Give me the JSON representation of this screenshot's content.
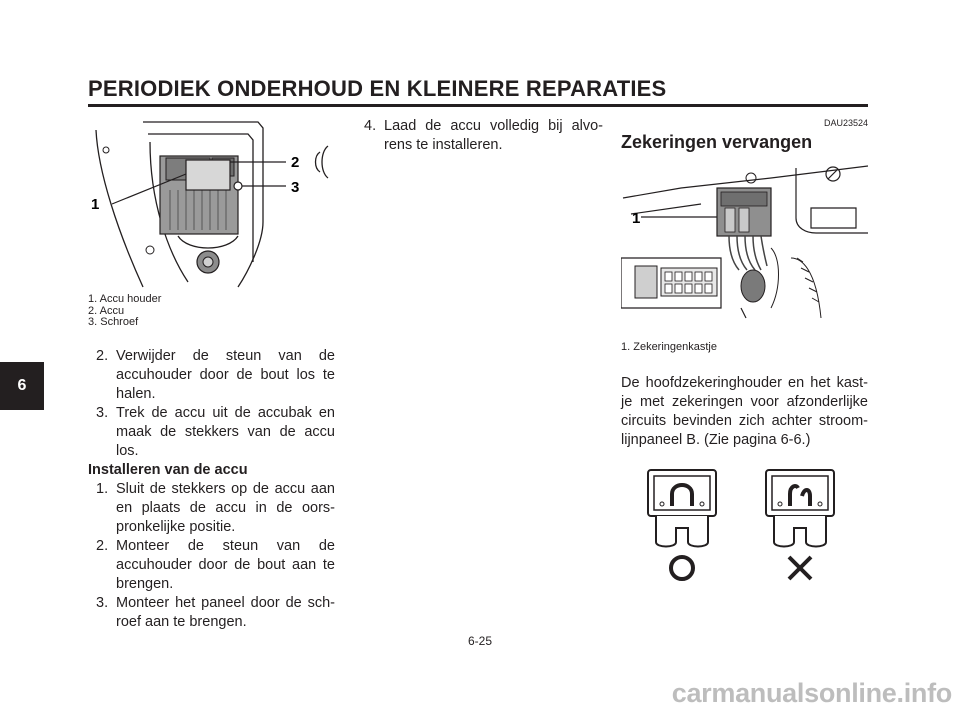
{
  "header": {
    "title": "PERIODIEK ONDERHOUD EN KLEINERE REPARATIES"
  },
  "chapter_tab": "6",
  "left_figure": {
    "callouts": [
      "1",
      "2",
      "3"
    ],
    "captions": [
      "1. Accu houder",
      "2. Accu",
      "3. Schroef"
    ]
  },
  "removal_steps": [
    {
      "num": "2.",
      "text": "Verwijder de steun van de accuhouder door de bout los te halen."
    },
    {
      "num": "3.",
      "text": "Trek de accu uit de accubak en maak de stekkers van de accu los."
    }
  ],
  "install_heading": "Installeren van de accu",
  "install_steps": [
    {
      "num": "1.",
      "text": "Sluit de stekkers op de accu aan en plaats de accu in de oors-pronkelijke positie."
    },
    {
      "num": "2.",
      "text": "Monteer de steun van de accuhouder door de bout aan te brengen."
    },
    {
      "num": "3.",
      "text": "Monteer het paneel door de sch-roef aan te brengen."
    }
  ],
  "middle_step": {
    "num": "4.",
    "text": "Laad de accu volledig bij alvo-rens te installeren."
  },
  "section": {
    "code": "DAU23524",
    "title": "Zekeringen vervangen"
  },
  "right_figure": {
    "callouts": [
      "1"
    ],
    "captions": [
      "1. Zekeringenkastje"
    ]
  },
  "fuse_paragraph": "De hoofdzekeringhouder en het kast-je met zekeringen voor afzonderlijke circuits bevinden zich achter stroom-lijnpaneel B. (Zie pagina 6-6.)",
  "page_number": "6-25",
  "watermark": "carmanualsonline.info"
}
